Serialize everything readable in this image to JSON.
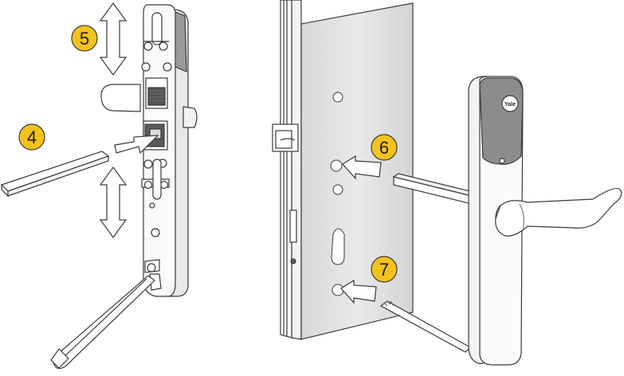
{
  "steps": [
    {
      "label": "4"
    },
    {
      "label": "5"
    },
    {
      "label": "6"
    },
    {
      "label": "7"
    }
  ],
  "brand": "Yale",
  "colors": {
    "badge_fill": "#f4c21d",
    "badge_stroke": "#3a3a3a",
    "outline": "#3a3a3a",
    "door_panel": "#e4e4e4",
    "handle_cap": "#8c8c8c",
    "metal": "#f6f6f6"
  }
}
